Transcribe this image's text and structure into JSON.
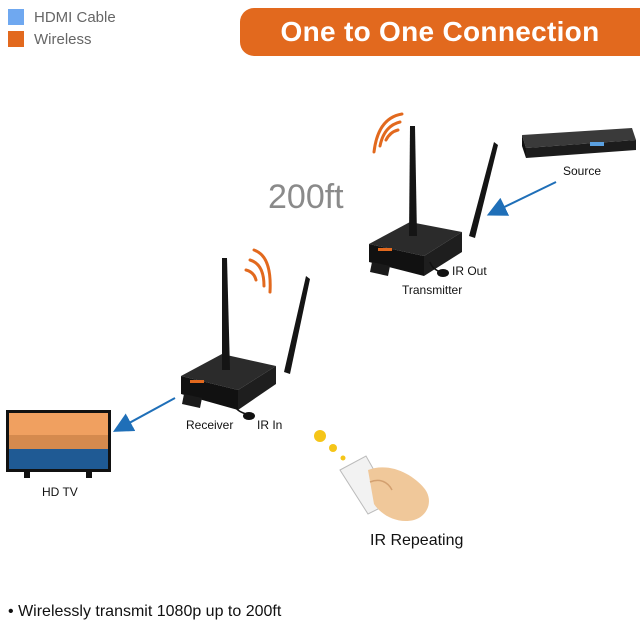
{
  "legend": [
    {
      "label": "HDMI Cable",
      "color": "#6fa8f0"
    },
    {
      "label": "Wireless",
      "color": "#e2691e"
    }
  ],
  "banner": {
    "title": "One to One Connection",
    "color": "#e2691e"
  },
  "labels": {
    "source": "Source",
    "ir_out": "IR Out",
    "transmitter": "Transmitter",
    "receiver": "Receiver",
    "ir_in": "IR In",
    "hd_tv": "HD TV",
    "distance": "200ft",
    "ir_repeating": "IR Repeating"
  },
  "footer": {
    "bullet": "•",
    "text": "Wirelessly transmit 1080p up to 200ft"
  },
  "colors": {
    "arrow": "#1f6fb8",
    "wireless": "#e2691e",
    "device": "#1c1c1c"
  }
}
